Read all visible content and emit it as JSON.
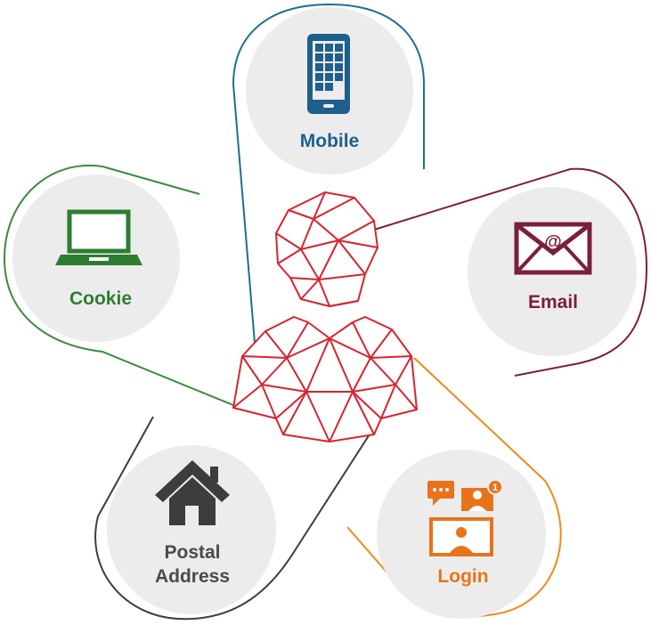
{
  "nodes": {
    "mobile": {
      "label": "Mobile",
      "icon": "smartphone-icon",
      "color": "#1f5f8b"
    },
    "email": {
      "label": "Email",
      "icon": "envelope-icon",
      "color": "#7a1f3d"
    },
    "cookie": {
      "label": "Cookie",
      "icon": "laptop-icon",
      "color": "#2e7d32"
    },
    "postal": {
      "label_line1": "Postal",
      "label_line2": "Address",
      "icon": "house-icon",
      "color": "#4a4a4a"
    },
    "login": {
      "label": "Login",
      "icon": "video-chat-icon",
      "color": "#e8731a"
    }
  },
  "center": {
    "icon": "person-network-icon",
    "color": "#d9232e"
  },
  "email_symbol": "@",
  "login_badge": "1",
  "circle_fill": "#ececec"
}
